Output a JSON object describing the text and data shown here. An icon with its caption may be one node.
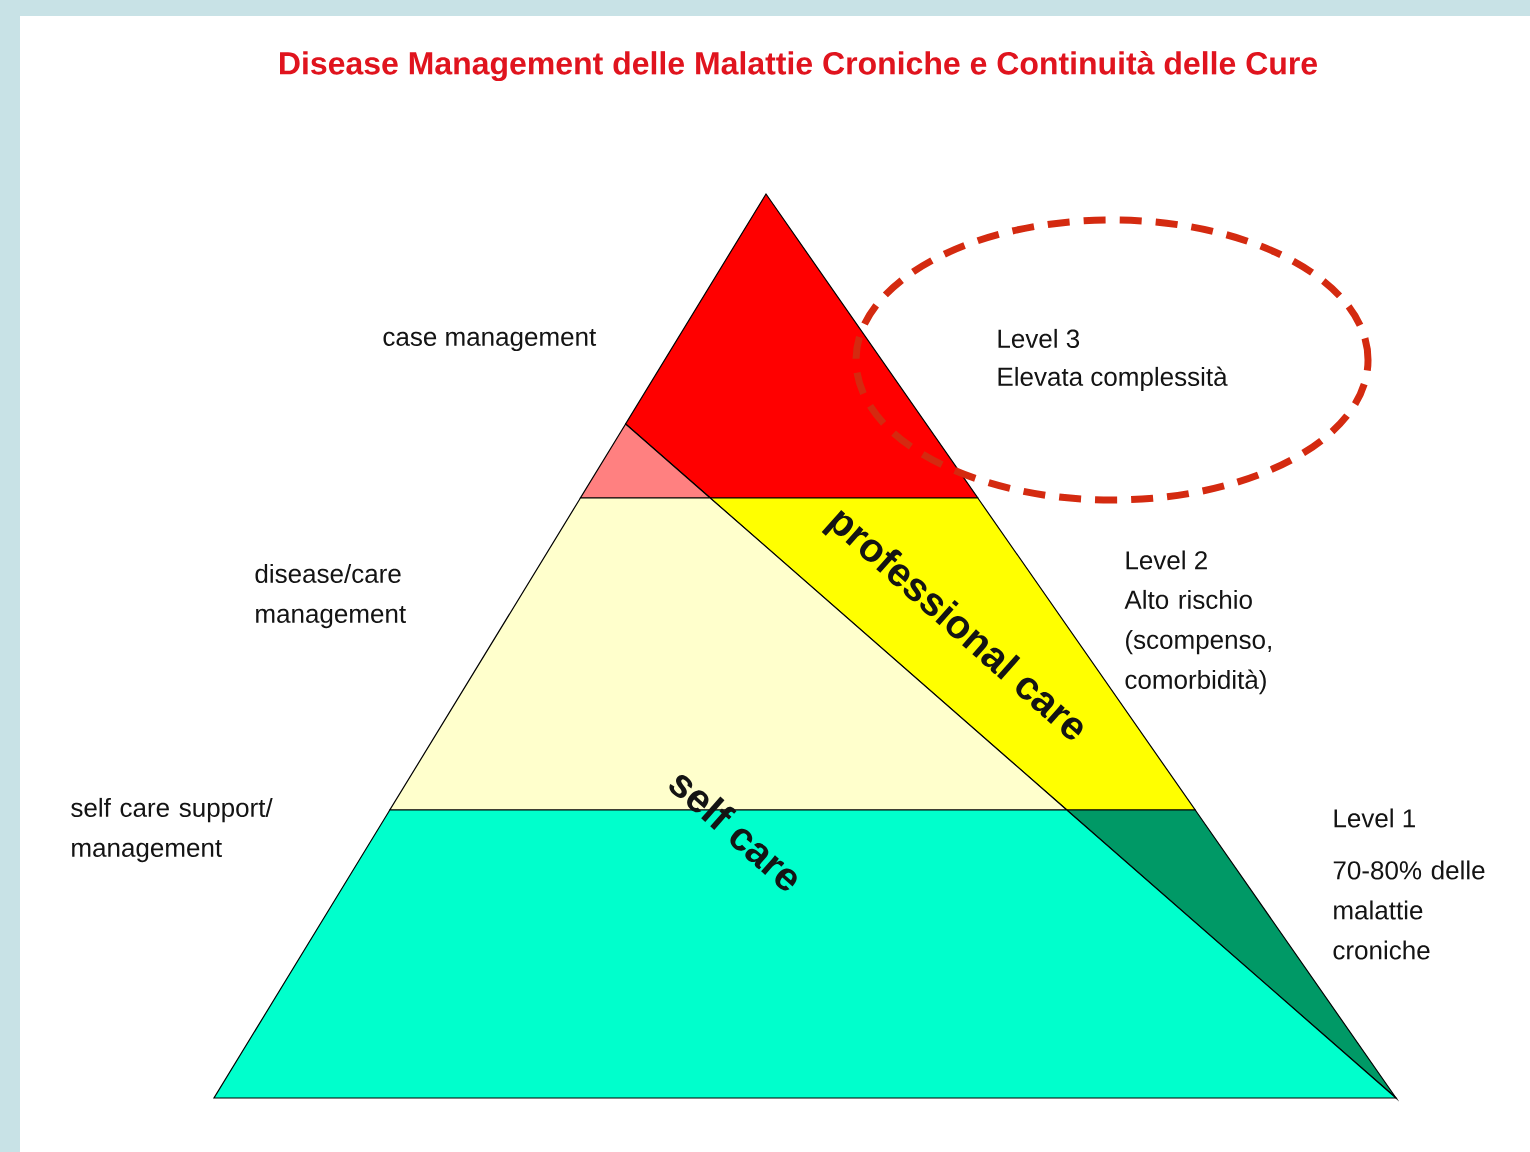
{
  "diagram": {
    "title": "Disease Management delle Malattie Croniche e Continuità delle Cure",
    "nodes": [
      {
        "text": [
          "Level 3",
          "Elevata complessità"
        ]
      }
    ],
    "labels": [
      "case management",
      "disease/care management",
      "Level 2",
      "Alto rischio (scompenso, comorbidità)",
      "professional care",
      "self care support/ management",
      "Level 1",
      "70-80% delle malattie croniche",
      "self care"
    ]
  }
}
